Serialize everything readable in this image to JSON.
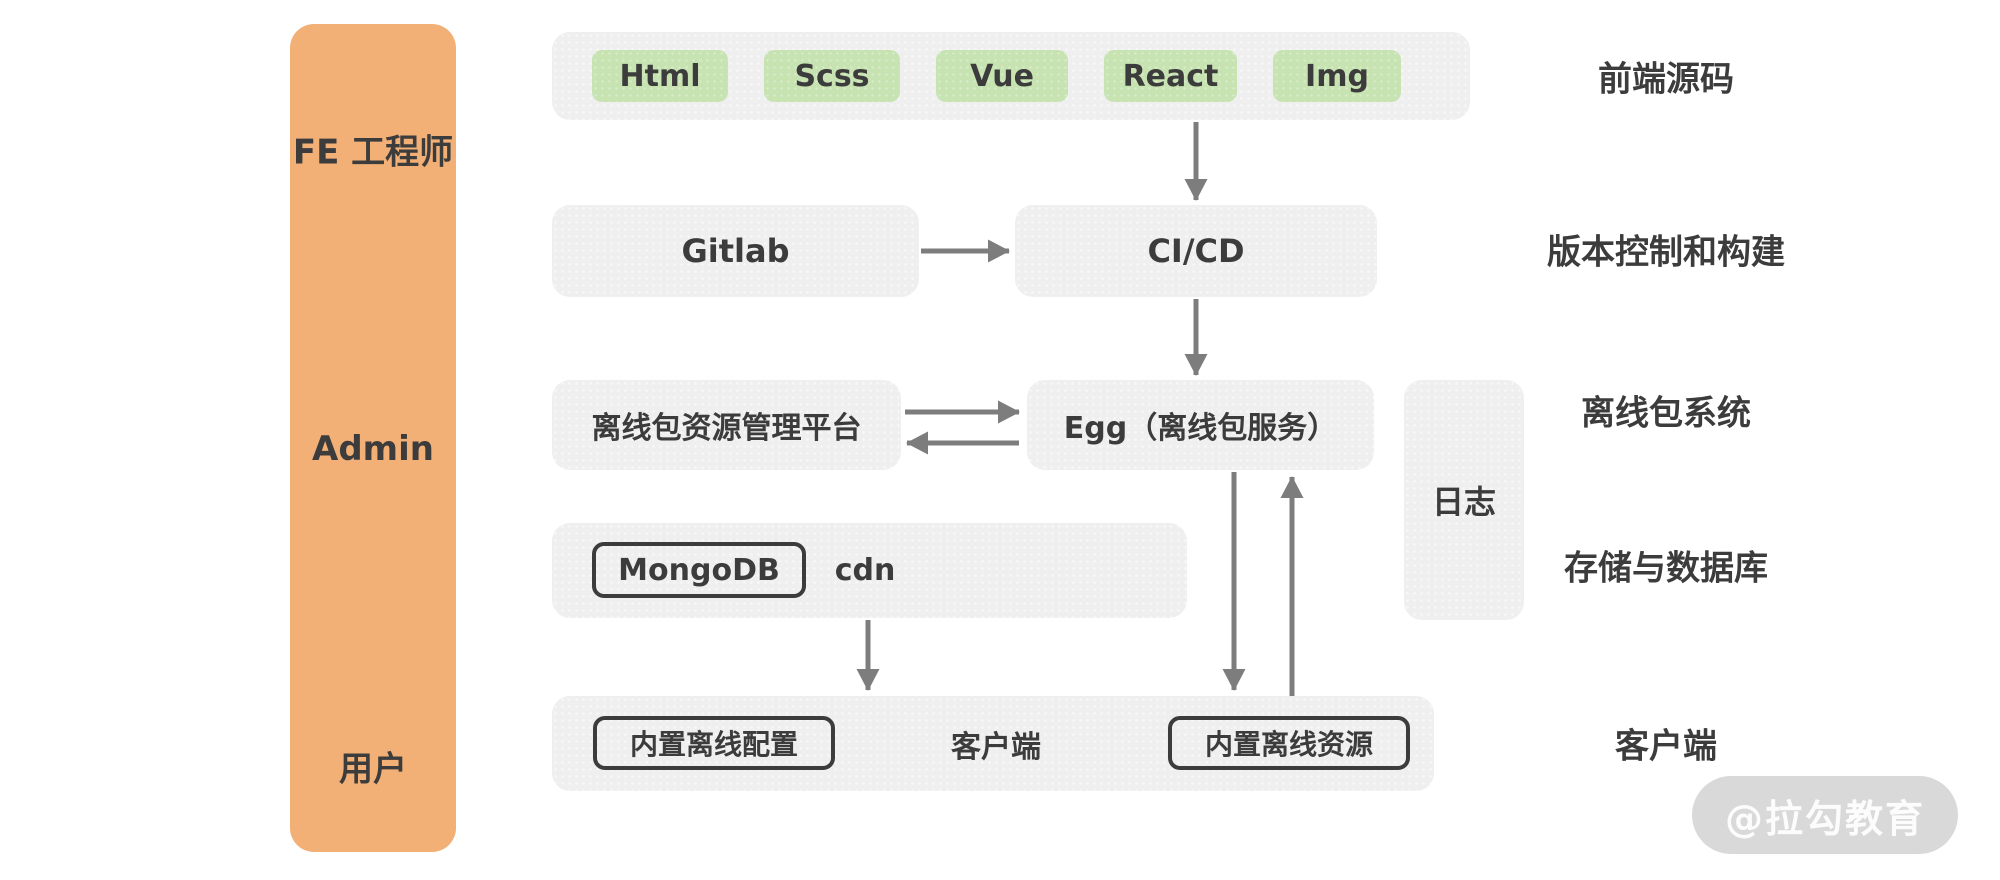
{
  "colors": {
    "actor_bar": "#F2B077",
    "tag_green": "#C7E3B2",
    "panel_gray": "#EFEFEF",
    "text_dark": "#3C3C3C",
    "arrow_gray": "#7D7D7D",
    "outline_dark": "#3C3C3C",
    "watermark_bg": "#D9D9D9",
    "watermark_text": "#FFFFFF"
  },
  "actors": {
    "fe": "FE 工程师",
    "admin": "Admin",
    "user": "用户"
  },
  "frontend_tags": [
    "Html",
    "Scss",
    "Vue",
    "React",
    "Img"
  ],
  "nodes": {
    "gitlab": "Gitlab",
    "cicd": "CI/CD",
    "platform": "离线包资源管理平台",
    "egg": "Egg（离线包服务）",
    "log": "日志",
    "mongodb": "MongoDB",
    "cdn": "cdn",
    "client_config": "内置离线配置",
    "client": "客户端",
    "client_resource": "内置离线资源"
  },
  "stage_labels": {
    "frontend": "前端源码",
    "vcs_build": "版本控制和构建",
    "offline_system": "离线包系统",
    "storage_db": "存储与数据库",
    "client": "客户端"
  },
  "watermark": "@拉勾教育"
}
